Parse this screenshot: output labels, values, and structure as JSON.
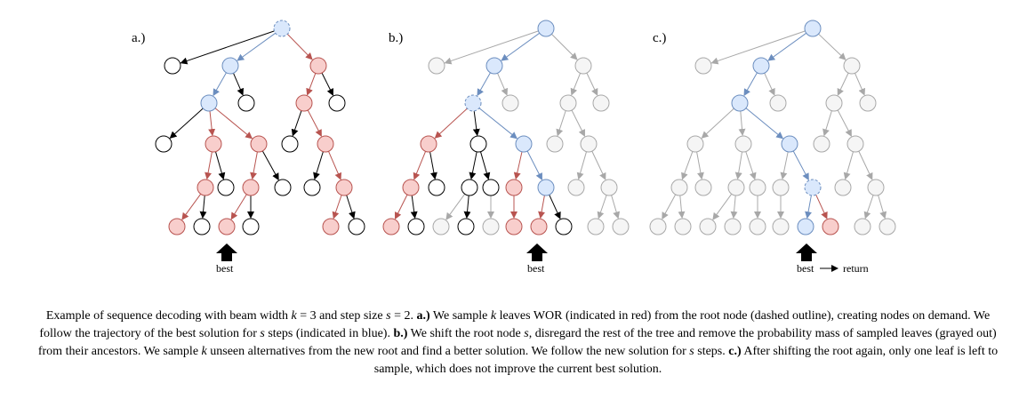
{
  "panels": [
    {
      "label": "a.)",
      "best_label": "best",
      "return_label": ""
    },
    {
      "label": "b.)",
      "best_label": "best",
      "return_label": ""
    },
    {
      "label": "c.)",
      "best_label": "best",
      "return_label": "return"
    }
  ],
  "caption": {
    "p1": "Example of sequence decoding with beam width ",
    "k_var": "k",
    "p2": " = 3 and step size ",
    "s_var": "s",
    "p3": " = 2. ",
    "a_label": "a.)",
    "p4": " We sample ",
    "p5": " leaves WOR (indicated in red) from the root node (dashed outline), creating nodes on demand. We follow the trajectory of the best solution for ",
    "p6": " steps (indicated in blue). ",
    "b_label": "b.)",
    "p7": " We shift the root node ",
    "p8": ", disregard the rest of the tree and remove the probability mass of sampled leaves (grayed out) from their ancestors. We sample ",
    "p9": " unseen alternatives from the new root and find a better solution. We follow the new solution for ",
    "p10": " steps. ",
    "c_label": "c.)",
    "p11": " After shifting the root again, only one leaf is left to sample, which does not improve the current best solution."
  },
  "colors": {
    "red_fill": "#f8cecc",
    "red_stroke": "#b85450",
    "blue_fill": "#dae8fc",
    "blue_stroke": "#6c8ebf",
    "gray_fill": "#f5f5f5",
    "gray_stroke": "#a8a8a8",
    "black_stroke": "#000000"
  }
}
